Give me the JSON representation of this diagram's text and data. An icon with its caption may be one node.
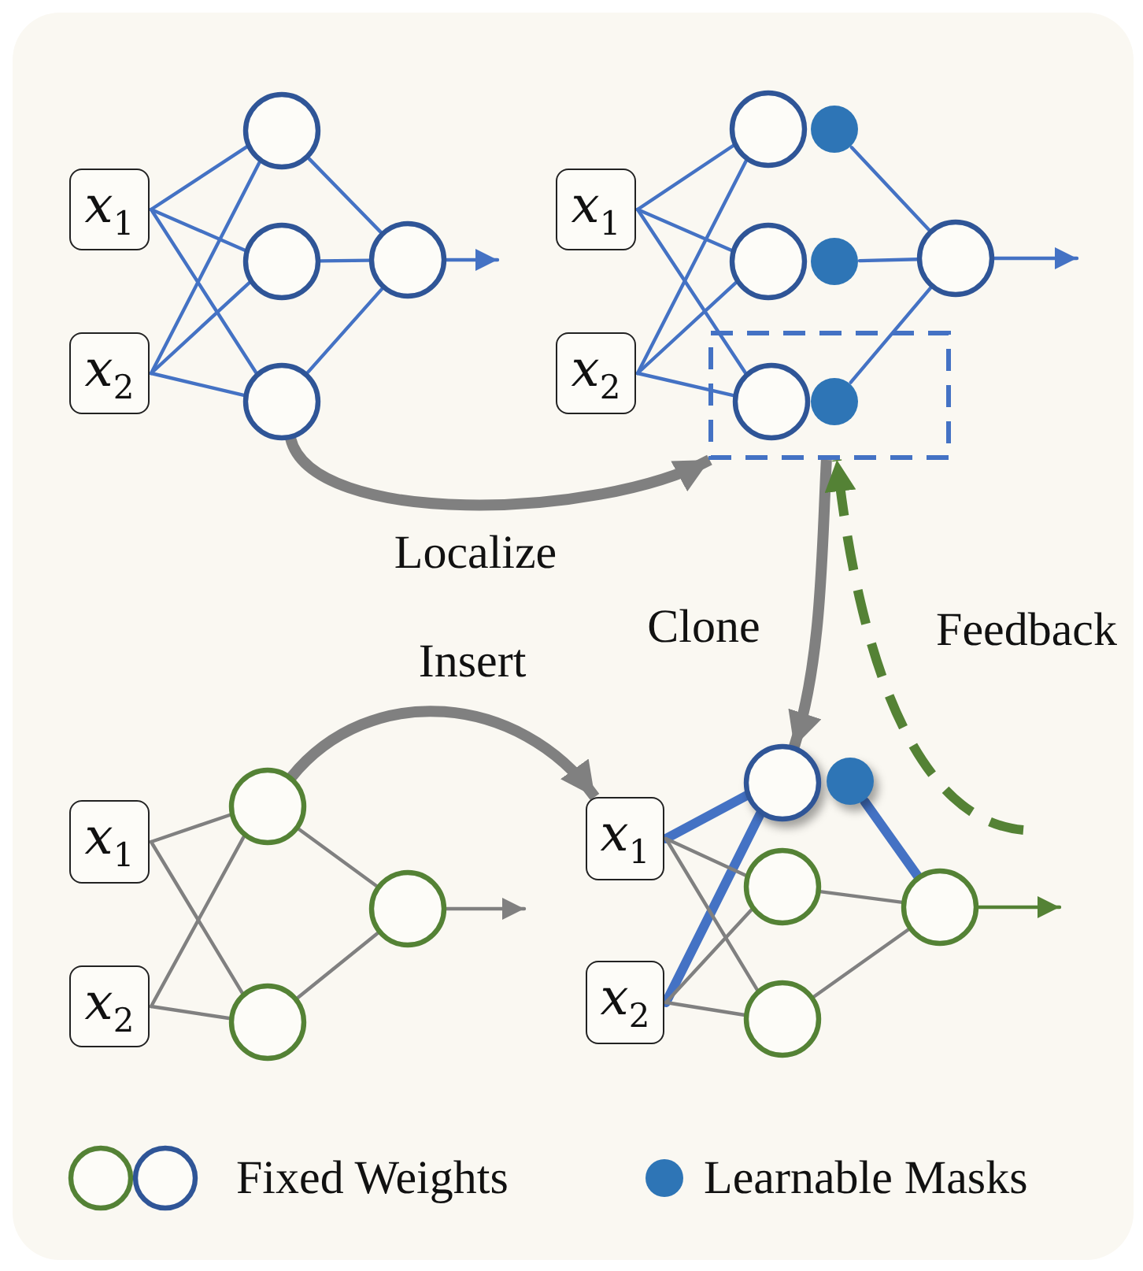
{
  "diagram": {
    "nodes": [
      {
        "text": [
          "*x*$_{1}$"
        ]
      },
      {
        "text": [
          "*x*$_{2}$"
        ]
      },
      {
        "text": [],
        "shape": "circle"
      },
      {
        "text": [],
        "shape": "circle"
      },
      {
        "text": [],
        "shape": "circle"
      },
      {
        "text": [],
        "shape": "circle"
      },
      {
        "text": [
          "*x*$_{1}$"
        ]
      },
      {
        "text": [
          "*x*$_{2}$"
        ]
      },
      {
        "text": [],
        "shape": "circle"
      },
      {
        "text": [],
        "shape": "circle"
      },
      {
        "text": [],
        "shape": "circle"
      },
      {
        "text": [],
        "shape": "circle"
      },
      {
        "text": [],
        "shape": "box"
      },
      {
        "text": [],
        "shape": "circle",
        "in": 12
      },
      {
        "text": [],
        "shape": "circle",
        "in": 12
      },
      {
        "text": [],
        "shape": "circle"
      },
      {
        "text": [
          "*x*$_{1}$"
        ]
      },
      {
        "text": [
          "*x*$_{2}$"
        ]
      },
      {
        "text": [],
        "shape": "circle"
      },
      {
        "text": [],
        "shape": "circle"
      },
      {
        "text": [],
        "shape": "circle"
      },
      {
        "text": [
          "*x*$_{1}$"
        ]
      },
      {
        "text": [
          "*x*$_{2}$"
        ]
      },
      {
        "text": [],
        "shape": "circle"
      },
      {
        "text": [],
        "shape": "circle"
      },
      {
        "text": [],
        "shape": "circle"
      },
      {
        "text": [],
        "shape": "circle"
      },
      {
        "text": [],
        "shape": "circle"
      }
    ],
    "edges": [
      {
        "from": 0,
        "to": 2,
        "arrow": "none"
      },
      {
        "from": 0,
        "to": 3,
        "arrow": "none"
      },
      {
        "from": 0,
        "to": 4,
        "arrow": "none"
      },
      {
        "from": 1,
        "to": 2,
        "arrow": "none"
      },
      {
        "from": 1,
        "to": 3,
        "arrow": "none"
      },
      {
        "from": 1,
        "to": 4,
        "arrow": "none"
      },
      {
        "from": 2,
        "to": 5,
        "arrow": "none"
      },
      {
        "from": 3,
        "to": 5,
        "arrow": "none"
      },
      {
        "from": 4,
        "to": 5,
        "arrow": "none"
      },
      {
        "from": 5,
        "to": null,
        "arrow": "to"
      },
      {
        "from": 6,
        "to": 8,
        "arrow": "none"
      },
      {
        "from": 6,
        "to": 10,
        "arrow": "none"
      },
      {
        "from": 6,
        "to": 13,
        "arrow": "none"
      },
      {
        "from": 7,
        "to": 8,
        "arrow": "none"
      },
      {
        "from": 7,
        "to": 10,
        "arrow": "none"
      },
      {
        "from": 7,
        "to": 13,
        "arrow": "none"
      },
      {
        "from": 9,
        "to": 15,
        "arrow": "none"
      },
      {
        "from": 11,
        "to": 15,
        "arrow": "none"
      },
      {
        "from": 14,
        "to": 15,
        "arrow": "none"
      },
      {
        "from": 15,
        "to": null,
        "arrow": "to"
      },
      {
        "from": 16,
        "to": 18,
        "arrow": "none",
        "color": "#808080"
      },
      {
        "from": 16,
        "to": 19,
        "arrow": "none",
        "color": "#808080"
      },
      {
        "from": 17,
        "to": 18,
        "arrow": "none",
        "color": "#808080"
      },
      {
        "from": 17,
        "to": 19,
        "arrow": "none",
        "color": "#808080"
      },
      {
        "from": 18,
        "to": 20,
        "arrow": "none",
        "color": "#808080"
      },
      {
        "from": 19,
        "to": 20,
        "arrow": "none",
        "color": "#808080"
      },
      {
        "from": 20,
        "to": null,
        "arrow": "to",
        "color": "#808080"
      },
      {
        "from": 21,
        "to": 23,
        "arrow": "none",
        "style": "thick"
      },
      {
        "from": 22,
        "to": 23,
        "arrow": "none",
        "style": "thick"
      },
      {
        "from": 21,
        "to": 25,
        "arrow": "none",
        "color": "#808080"
      },
      {
        "from": 21,
        "to": 26,
        "arrow": "none",
        "color": "#808080"
      },
      {
        "from": 22,
        "to": 25,
        "arrow": "none",
        "color": "#808080"
      },
      {
        "from": 22,
        "to": 26,
        "arrow": "none",
        "color": "#808080"
      },
      {
        "from": 24,
        "to": 27,
        "arrow": "none",
        "style": "thick"
      },
      {
        "from": 25,
        "to": 27,
        "arrow": "none",
        "color": "#808080"
      },
      {
        "from": 26,
        "to": 27,
        "arrow": "none",
        "color": "#808080"
      },
      {
        "from": 27,
        "to": null,
        "arrow": "to",
        "color": "#548235"
      },
      {
        "from": 4,
        "to": 12,
        "arrow": "to",
        "label": "Localize",
        "style": "thick",
        "color": "#808080"
      },
      {
        "from": 12,
        "to": 23,
        "arrow": "to",
        "label": "Clone",
        "style": "thick",
        "color": "#808080"
      },
      {
        "from": 18,
        "to": 21,
        "arrow": "to",
        "label": "Insert",
        "style": "thick",
        "color": "#808080"
      },
      {
        "from": null,
        "to": 12,
        "arrow": "to",
        "label": "Feedback",
        "style": "dashed",
        "color": "#548235"
      }
    ],
    "legend": [
      {
        "text": "Fixed Weights"
      },
      {
        "text": "Learnable Masks"
      }
    ]
  }
}
